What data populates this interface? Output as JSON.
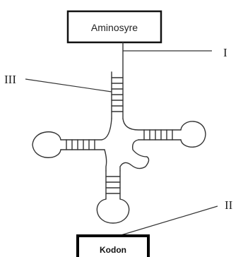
{
  "figure": {
    "top_box_label": "Aminosyre",
    "bottom_box_label": "Kodon",
    "label_i": "I",
    "label_ii": "II",
    "label_iii": "III"
  }
}
